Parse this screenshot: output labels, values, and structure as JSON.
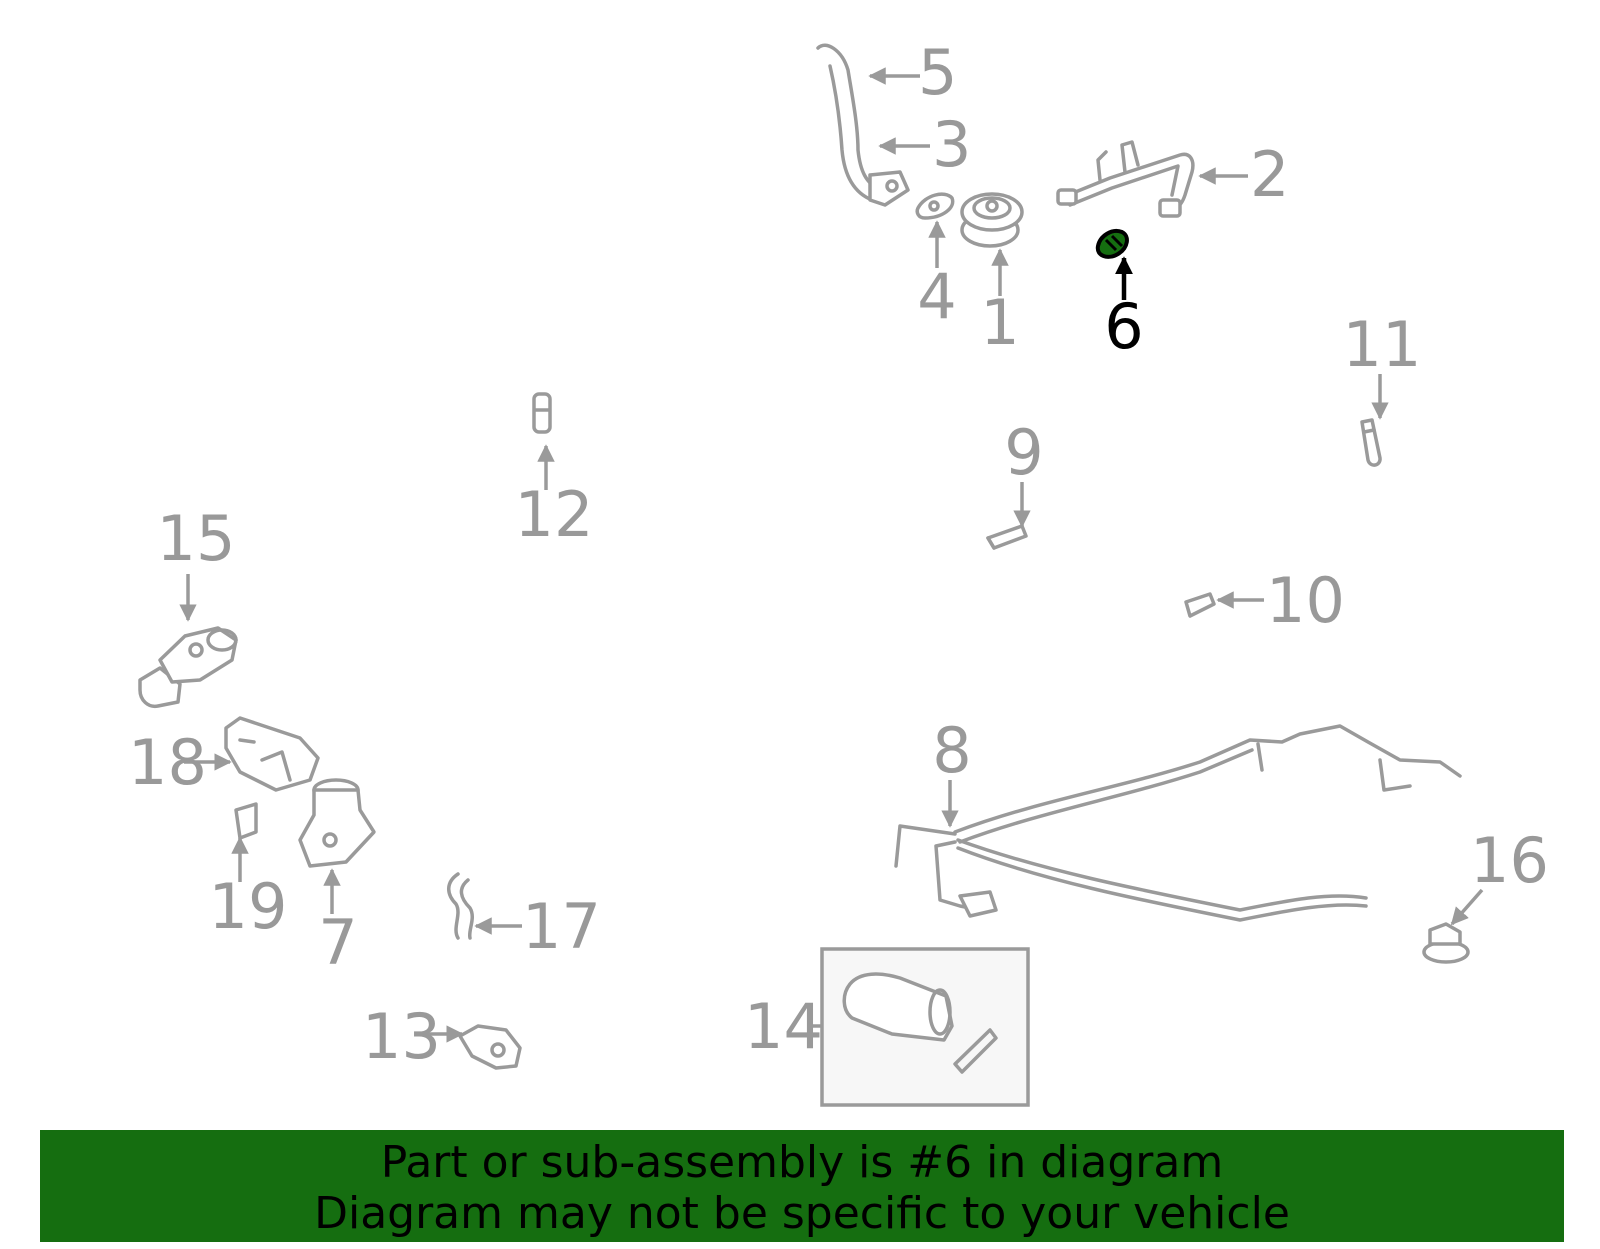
{
  "diagram": {
    "callouts": [
      "1",
      "2",
      "3",
      "4",
      "5",
      "6",
      "7",
      "8",
      "9",
      "10",
      "11",
      "12",
      "13",
      "14",
      "15",
      "16",
      "17",
      "18",
      "19"
    ],
    "selected_callout": "6",
    "highlight_color": "#156e10"
  },
  "banner": {
    "line1": "Part or sub-assembly is #6 in diagram",
    "line2": "Diagram may not be specific to your vehicle"
  }
}
